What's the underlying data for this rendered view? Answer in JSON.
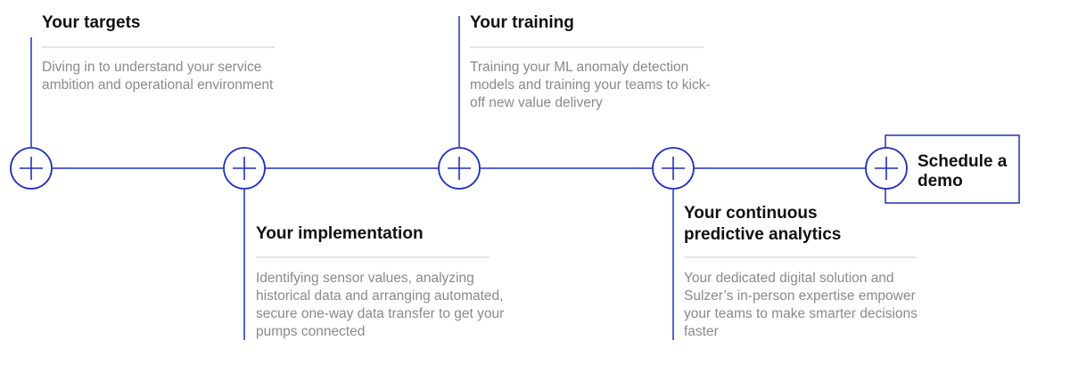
{
  "colors": {
    "accent": "#1f2fbf",
    "divider": "#c8c8c8",
    "title": "#111111",
    "description": "#8a8a8a"
  },
  "steps": [
    {
      "title": "Your targets",
      "description": "Diving in to understand your service ambition and operational environment",
      "icon": "plus-circle-icon"
    },
    {
      "title": "Your implementation",
      "description": "Identifying sensor values, analyzing historical data and arranging automated, secure one-way data transfer to get your pumps connected",
      "icon": "plus-circle-icon"
    },
    {
      "title": "Your training",
      "description": "Training your ML anomaly detection models and training your teams to kick-off new value delivery",
      "icon": "plus-circle-icon"
    },
    {
      "title": "Your continuous predictive analytics",
      "description": "Your dedicated digital solution and Sulzer’s in-person expertise empower your teams to make smarter decisions faster",
      "icon": "plus-circle-icon"
    }
  ],
  "cta": {
    "label": "Schedule a demo",
    "icon": "plus-circle-icon"
  }
}
